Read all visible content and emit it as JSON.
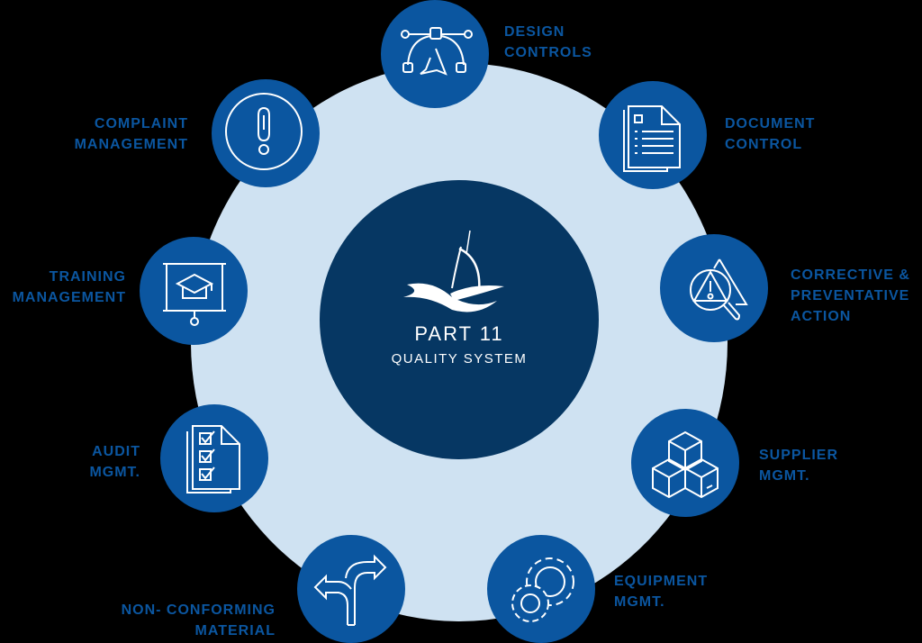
{
  "diagram": {
    "title": "PART 11",
    "subtitle": "QUALITY SYSTEM",
    "logo": "sailboat-logo",
    "colors": {
      "background": "#000000",
      "outer_ring": "#cfe2f2",
      "core": "#063763",
      "node": "#0b56a0",
      "label": "#0b56a0",
      "icon_stroke": "#ffffff"
    },
    "nodes": [
      {
        "id": "design-controls",
        "icon": "vector-pen-icon",
        "lines": [
          "DESIGN",
          "CONTROLS"
        ]
      },
      {
        "id": "document-control",
        "icon": "document-list-icon",
        "lines": [
          "DOCUMENT",
          "CONTROL"
        ]
      },
      {
        "id": "corrective-preventative-action",
        "icon": "warning-magnifier-icon",
        "lines": [
          "CORRECTIVE &",
          "PREVENTATIVE",
          "ACTION"
        ]
      },
      {
        "id": "supplier-mgmt",
        "icon": "stacked-boxes-icon",
        "lines": [
          "SUPPLIER",
          "MGMT."
        ]
      },
      {
        "id": "equipment-mgmt",
        "icon": "gears-icon",
        "lines": [
          "EQUIPMENT",
          "MGMT."
        ]
      },
      {
        "id": "non-conforming-material",
        "icon": "split-arrows-icon",
        "lines": [
          "NON- CONFORMING",
          "MATERIAL"
        ]
      },
      {
        "id": "audit-mgmt",
        "icon": "checklist-icon",
        "lines": [
          "AUDIT",
          "MGMT."
        ]
      },
      {
        "id": "training-management",
        "icon": "graduation-board-icon",
        "lines": [
          "TRAINING",
          "MANAGEMENT"
        ]
      },
      {
        "id": "complaint-management",
        "icon": "exclamation-circle-icon",
        "lines": [
          "COMPLAINT",
          "MANAGEMENT"
        ]
      }
    ]
  }
}
